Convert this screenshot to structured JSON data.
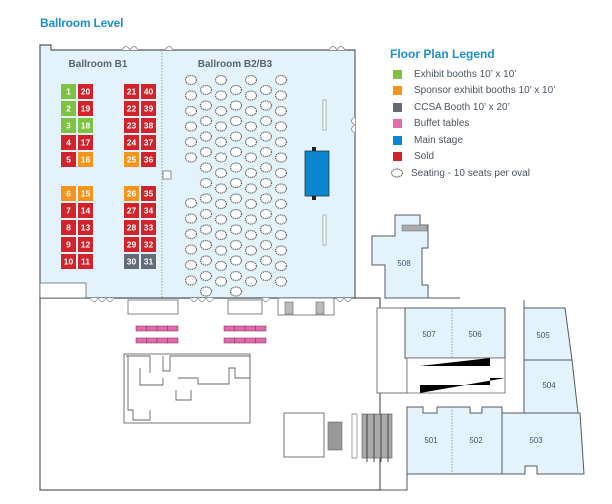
{
  "page_title": "Ballroom Level",
  "colors": {
    "exhibit": "#7dc243",
    "sponsor": "#f7941d",
    "ccsa": "#636b77",
    "buffet": "#e06aaa",
    "stage": "#0b86d1",
    "sold": "#d2232a",
    "room_fill": "#e3f3fc",
    "wall": "#555a60",
    "accent": "#1a8fd1"
  },
  "rooms": {
    "ballroom_b1": "Ballroom B1",
    "ballroom_b2b3": "Ballroom B2/B3",
    "r508": "508",
    "r507": "507",
    "r506": "506",
    "r505": "505",
    "r504": "504",
    "r501": "501",
    "r502": "502",
    "r503": "503"
  },
  "booth_columns": [
    {
      "booths": [
        {
          "num": "1",
          "status": "exhibit"
        },
        {
          "num": "2",
          "status": "exhibit"
        },
        {
          "num": "3",
          "status": "exhibit"
        },
        {
          "num": "4",
          "status": "sold"
        },
        {
          "num": "5",
          "status": "sold"
        },
        {
          "num": "6",
          "status": "sponsor"
        },
        {
          "num": "7",
          "status": "sold"
        },
        {
          "num": "8",
          "status": "sold"
        },
        {
          "num": "9",
          "status": "sold"
        },
        {
          "num": "10",
          "status": "sold"
        }
      ]
    },
    {
      "booths": [
        {
          "num": "20",
          "status": "sold"
        },
        {
          "num": "19",
          "status": "sold"
        },
        {
          "num": "18",
          "status": "exhibit"
        },
        {
          "num": "17",
          "status": "sold"
        },
        {
          "num": "16",
          "status": "sponsor"
        },
        {
          "num": "15",
          "status": "sponsor"
        },
        {
          "num": "14",
          "status": "sold"
        },
        {
          "num": "13",
          "status": "sold"
        },
        {
          "num": "12",
          "status": "sold"
        },
        {
          "num": "11",
          "status": "sold"
        }
      ]
    },
    {
      "booths": [
        {
          "num": "21",
          "status": "sold"
        },
        {
          "num": "22",
          "status": "sold"
        },
        {
          "num": "23",
          "status": "sold"
        },
        {
          "num": "24",
          "status": "sold"
        },
        {
          "num": "25",
          "status": "sponsor"
        },
        {
          "num": "26",
          "status": "sponsor"
        },
        {
          "num": "27",
          "status": "sold"
        },
        {
          "num": "28",
          "status": "sold"
        },
        {
          "num": "29",
          "status": "sold"
        },
        {
          "num": "30",
          "status": "ccsa"
        }
      ]
    },
    {
      "booths": [
        {
          "num": "40",
          "status": "sold"
        },
        {
          "num": "39",
          "status": "sold"
        },
        {
          "num": "38",
          "status": "sold"
        },
        {
          "num": "37",
          "status": "sold"
        },
        {
          "num": "36",
          "status": "sold"
        },
        {
          "num": "35",
          "status": "sold"
        },
        {
          "num": "34",
          "status": "sold"
        },
        {
          "num": "33",
          "status": "sold"
        },
        {
          "num": "32",
          "status": "sold"
        },
        {
          "num": "31",
          "status": "ccsa"
        }
      ]
    }
  ],
  "legend": {
    "title": "Floor Plan Legend",
    "items": [
      {
        "key": "exhibit",
        "label": "Exhibit booths 10’ x 10’"
      },
      {
        "key": "sponsor",
        "label": "Sponsor exhibit booths 10’ x 10’"
      },
      {
        "key": "ccsa",
        "label": "CCSA Booth 10’ x 20’"
      },
      {
        "key": "buffet",
        "label": "Buffet tables"
      },
      {
        "key": "stage",
        "label": "Main stage"
      },
      {
        "key": "sold",
        "label": "Sold"
      },
      {
        "key": "seating",
        "label": "Seating - 10 seats per oval"
      }
    ]
  }
}
